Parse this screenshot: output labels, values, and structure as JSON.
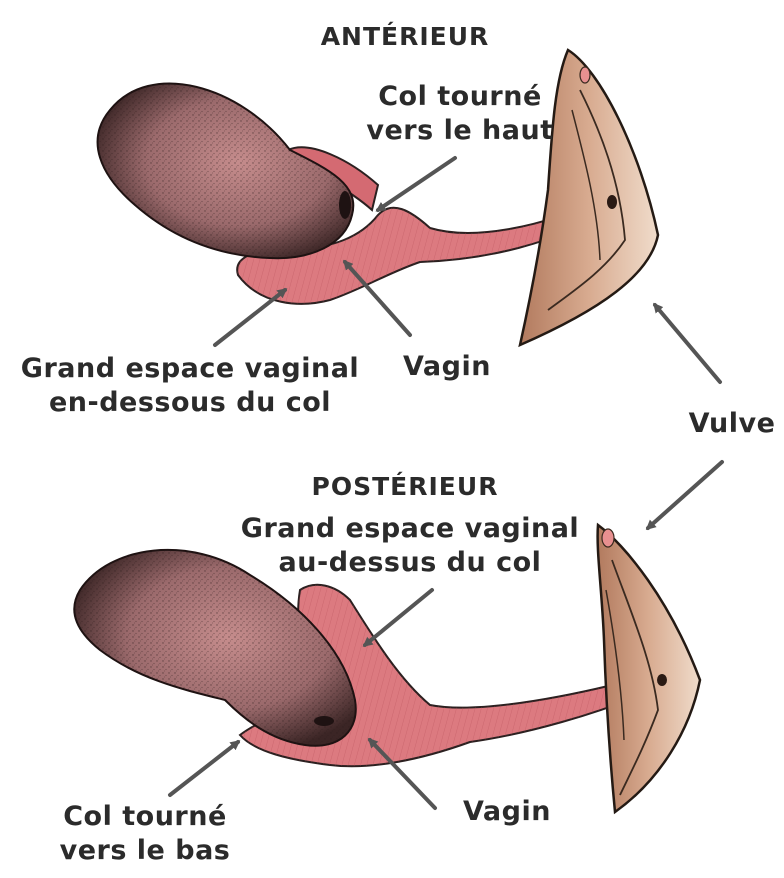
{
  "top": {
    "heading": "ANTÉRIEUR",
    "cervix_label_line1": "Col tourné",
    "cervix_label_line2": "vers le haut",
    "space_label_line1": "Grand espace vaginal",
    "space_label_line2": "en-dessous du col",
    "vagina_label": "Vagin"
  },
  "vulva_label": "Vulve",
  "bottom": {
    "heading": "POSTÉRIEUR",
    "space_label_line1": "Grand espace vaginal",
    "space_label_line2": "au-dessus du col",
    "cervix_label_line1": "Col tourné",
    "cervix_label_line2": "vers le bas",
    "vagina_label": "Vagin"
  },
  "colors": {
    "uterus": "#b47c7e",
    "uterus_stipple": "#2a1a1a",
    "vagina": "#dc7a80",
    "vulva": "#cd9c80",
    "arrow": "#555555",
    "text": "#2b2b2b"
  }
}
